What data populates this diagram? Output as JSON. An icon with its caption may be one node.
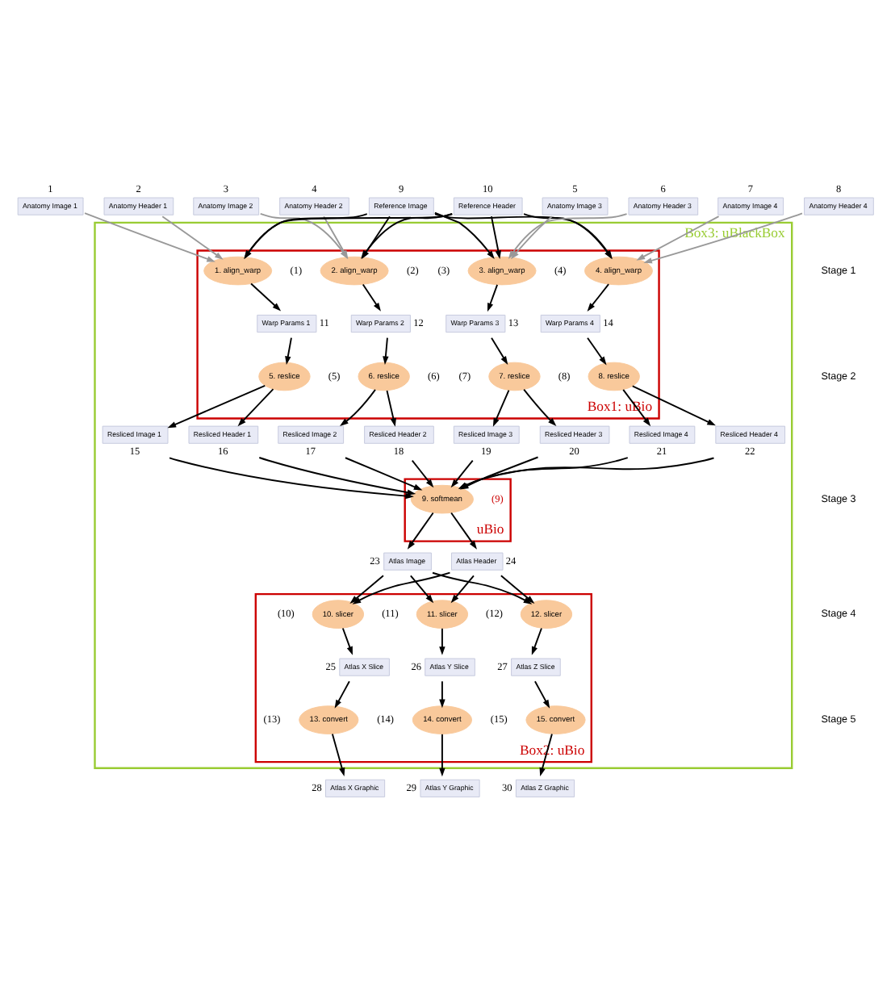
{
  "diagram": {
    "nodes": [
      {
        "text": [
          "Anatomy Image 1"
        ],
        "beside": [
          "1"
        ]
      },
      {
        "text": [
          "Anatomy Header 1"
        ],
        "beside": [
          "2"
        ]
      },
      {
        "text": [
          "Anatomy Image 2"
        ],
        "beside": [
          "3"
        ]
      },
      {
        "text": [
          "Anatomy Header 2"
        ],
        "beside": [
          "4"
        ]
      },
      {
        "text": [
          "Reference Image"
        ],
        "beside": [
          "9"
        ]
      },
      {
        "text": [
          "Reference Header"
        ],
        "beside": [
          "10"
        ]
      },
      {
        "text": [
          "Anatomy Image 3"
        ],
        "beside": [
          "5"
        ]
      },
      {
        "text": [
          "Anatomy Header 3"
        ],
        "beside": [
          "6"
        ]
      },
      {
        "text": [
          "Anatomy Image 4"
        ],
        "beside": [
          "7"
        ]
      },
      {
        "text": [
          "Anatomy Header 4"
        ],
        "beside": [
          "8"
        ]
      },
      {
        "text": [
          "Box3: uBlackBox"
        ]
      },
      {
        "text": [
          "Box1: uBio"
        ],
        "in": 10
      },
      {
        "text": [
          "1. align_warp"
        ],
        "beside": [
          "(1)"
        ],
        "in": 11
      },
      {
        "text": [
          "2. align_warp"
        ],
        "beside": [
          "(2)"
        ],
        "in": 11
      },
      {
        "text": [
          "3. align_warp"
        ],
        "beside": [
          "(3)"
        ],
        "in": 11
      },
      {
        "text": [
          "4. align_warp"
        ],
        "beside": [
          "(4)"
        ],
        "in": 11
      },
      {
        "text": [
          "Warp Params 1"
        ],
        "beside": [
          "11"
        ],
        "in": 11
      },
      {
        "text": [
          "Warp Params 2"
        ],
        "beside": [
          "12"
        ],
        "in": 11
      },
      {
        "text": [
          "Warp Params 3"
        ],
        "beside": [
          "13"
        ],
        "in": 11
      },
      {
        "text": [
          "Warp Params 4"
        ],
        "beside": [
          "14"
        ],
        "in": 11
      },
      {
        "text": [
          "5. reslice"
        ],
        "beside": [
          "(5)"
        ],
        "in": 11
      },
      {
        "text": [
          "6. reslice"
        ],
        "beside": [
          "(6)"
        ],
        "in": 11
      },
      {
        "text": [
          "7. reslice"
        ],
        "beside": [
          "(7)"
        ],
        "in": 11
      },
      {
        "text": [
          "8. reslice"
        ],
        "beside": [
          "(8)"
        ],
        "in": 11
      },
      {
        "text": [
          "Resliced Image 1"
        ],
        "beside": [
          "15"
        ],
        "in": 10
      },
      {
        "text": [
          "Resliced Header 1"
        ],
        "beside": [
          "16"
        ],
        "in": 10
      },
      {
        "text": [
          "Resliced Image 2"
        ],
        "beside": [
          "17"
        ],
        "in": 10
      },
      {
        "text": [
          "Resliced Header 2"
        ],
        "beside": [
          "18"
        ],
        "in": 10
      },
      {
        "text": [
          "Resliced Image 3"
        ],
        "beside": [
          "19"
        ],
        "in": 10
      },
      {
        "text": [
          "Resliced Header 3"
        ],
        "beside": [
          "20"
        ],
        "in": 10
      },
      {
        "text": [
          "Resliced Image 4"
        ],
        "beside": [
          "21"
        ],
        "in": 10
      },
      {
        "text": [
          "Resliced Header 4"
        ],
        "beside": [
          "22"
        ],
        "in": 10
      },
      {
        "text": [
          "uBio"
        ],
        "in": 10
      },
      {
        "text": [
          "9. softmean"
        ],
        "beside": [
          "(9)"
        ],
        "in": 32
      },
      {
        "text": [
          "Atlas Image"
        ],
        "beside": [
          "23"
        ],
        "in": 10
      },
      {
        "text": [
          "Atlas Header"
        ],
        "beside": [
          "24"
        ],
        "in": 10
      },
      {
        "text": [
          "Box2: uBio"
        ],
        "in": 10
      },
      {
        "text": [
          "10. slicer"
        ],
        "beside": [
          "(10)"
        ],
        "in": 36
      },
      {
        "text": [
          "11. slicer"
        ],
        "beside": [
          "(11)"
        ],
        "in": 36
      },
      {
        "text": [
          "12. slicer"
        ],
        "beside": [
          "(12)"
        ],
        "in": 36
      },
      {
        "text": [
          "Atlas X Slice"
        ],
        "beside": [
          "25"
        ],
        "in": 36
      },
      {
        "text": [
          "Atlas Y Slice"
        ],
        "beside": [
          "26"
        ],
        "in": 36
      },
      {
        "text": [
          "Atlas Z Slice"
        ],
        "beside": [
          "27"
        ],
        "in": 36
      },
      {
        "text": [
          "13. convert"
        ],
        "beside": [
          "(13)"
        ],
        "in": 36
      },
      {
        "text": [
          "14. convert"
        ],
        "beside": [
          "(14)"
        ],
        "in": 36
      },
      {
        "text": [
          "15. convert"
        ],
        "beside": [
          "(15)"
        ],
        "in": 36
      },
      {
        "text": [
          "Atlas X Graphic"
        ],
        "beside": [
          "28"
        ]
      },
      {
        "text": [
          "Atlas Y Graphic"
        ],
        "beside": [
          "29"
        ]
      },
      {
        "text": [
          "Atlas Z Graphic"
        ],
        "beside": [
          "30"
        ]
      }
    ],
    "edges": [
      {
        "from": 0,
        "to": 12,
        "arrow": "to",
        "color": "#999999"
      },
      {
        "from": 1,
        "to": 12,
        "arrow": "to",
        "color": "#999999"
      },
      {
        "from": 2,
        "to": 13,
        "arrow": "to",
        "color": "#999999"
      },
      {
        "from": 3,
        "to": 13,
        "arrow": "to",
        "color": "#999999"
      },
      {
        "from": 6,
        "to": 14,
        "arrow": "to",
        "color": "#999999"
      },
      {
        "from": 7,
        "to": 14,
        "arrow": "to",
        "color": "#999999"
      },
      {
        "from": 8,
        "to": 15,
        "arrow": "to",
        "color": "#999999"
      },
      {
        "from": 9,
        "to": 15,
        "arrow": "to",
        "color": "#999999"
      },
      {
        "from": 4,
        "to": 12,
        "arrow": "to"
      },
      {
        "from": 4,
        "to": 13,
        "arrow": "to"
      },
      {
        "from": 4,
        "to": 14,
        "arrow": "to"
      },
      {
        "from": 4,
        "to": 15,
        "arrow": "to"
      },
      {
        "from": 5,
        "to": 12,
        "arrow": "to"
      },
      {
        "from": 5,
        "to": 13,
        "arrow": "to"
      },
      {
        "from": 5,
        "to": 14,
        "arrow": "to"
      },
      {
        "from": 5,
        "to": 15,
        "arrow": "to"
      },
      {
        "from": 12,
        "to": 16,
        "arrow": "to"
      },
      {
        "from": 13,
        "to": 17,
        "arrow": "to"
      },
      {
        "from": 14,
        "to": 18,
        "arrow": "to"
      },
      {
        "from": 15,
        "to": 19,
        "arrow": "to"
      },
      {
        "from": 16,
        "to": 20,
        "arrow": "to"
      },
      {
        "from": 17,
        "to": 21,
        "arrow": "to"
      },
      {
        "from": 18,
        "to": 22,
        "arrow": "to"
      },
      {
        "from": 19,
        "to": 23,
        "arrow": "to"
      },
      {
        "from": 20,
        "to": 24,
        "arrow": "to"
      },
      {
        "from": 20,
        "to": 25,
        "arrow": "to"
      },
      {
        "from": 21,
        "to": 26,
        "arrow": "to"
      },
      {
        "from": 21,
        "to": 27,
        "arrow": "to"
      },
      {
        "from": 22,
        "to": 28,
        "arrow": "to"
      },
      {
        "from": 22,
        "to": 29,
        "arrow": "to"
      },
      {
        "from": 23,
        "to": 30,
        "arrow": "to"
      },
      {
        "from": 23,
        "to": 31,
        "arrow": "to"
      },
      {
        "from": 24,
        "to": 33,
        "arrow": "to"
      },
      {
        "from": 25,
        "to": 33,
        "arrow": "to"
      },
      {
        "from": 26,
        "to": 33,
        "arrow": "to"
      },
      {
        "from": 27,
        "to": 33,
        "arrow": "to"
      },
      {
        "from": 28,
        "to": 33,
        "arrow": "to"
      },
      {
        "from": 29,
        "to": 33,
        "arrow": "to"
      },
      {
        "from": 30,
        "to": 33,
        "arrow": "to"
      },
      {
        "from": 31,
        "to": 33,
        "arrow": "to"
      },
      {
        "from": 33,
        "to": 34,
        "arrow": "to"
      },
      {
        "from": 33,
        "to": 35,
        "arrow": "to"
      },
      {
        "from": 34,
        "to": 37,
        "arrow": "to"
      },
      {
        "from": 34,
        "to": 38,
        "arrow": "to"
      },
      {
        "from": 34,
        "to": 39,
        "arrow": "to"
      },
      {
        "from": 35,
        "to": 37,
        "arrow": "to"
      },
      {
        "from": 35,
        "to": 38,
        "arrow": "to"
      },
      {
        "from": 35,
        "to": 39,
        "arrow": "to"
      },
      {
        "from": 37,
        "to": 40,
        "arrow": "to"
      },
      {
        "from": 38,
        "to": 41,
        "arrow": "to"
      },
      {
        "from": 39,
        "to": 42,
        "arrow": "to"
      },
      {
        "from": 40,
        "to": 43,
        "arrow": "to"
      },
      {
        "from": 41,
        "to": 44,
        "arrow": "to"
      },
      {
        "from": 42,
        "to": 45,
        "arrow": "to"
      },
      {
        "from": 43,
        "to": 46,
        "arrow": "to"
      },
      {
        "from": 44,
        "to": 47,
        "arrow": "to"
      },
      {
        "from": 45,
        "to": 48,
        "arrow": "to"
      }
    ],
    "labels": [
      "Stage 1",
      "Stage 2",
      "Stage 3",
      "Stage 4",
      "Stage 5"
    ]
  }
}
